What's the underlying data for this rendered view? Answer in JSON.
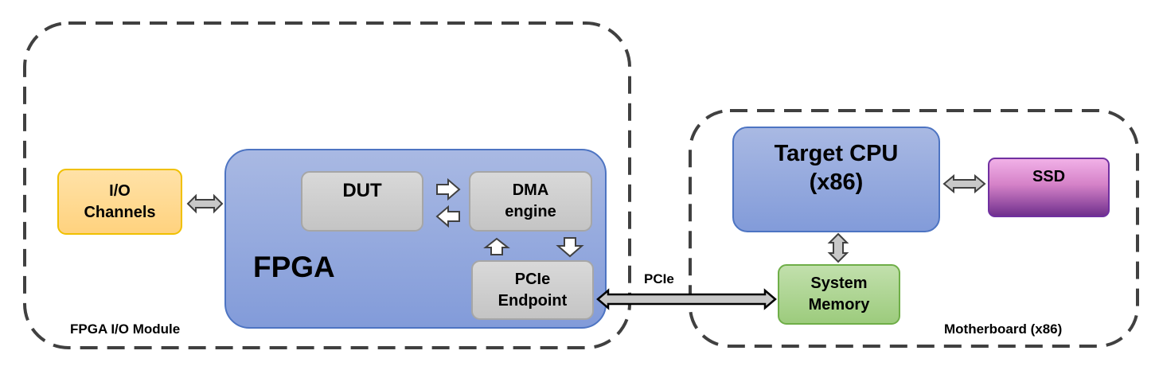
{
  "fpga_module": {
    "label": "FPGA I/O Module"
  },
  "motherboard": {
    "label": "Motherboard (x86)"
  },
  "io_channels": {
    "label": "I/O\nChannels",
    "color": "#ffd990"
  },
  "fpga": {
    "label": "FPGA",
    "color": "#8ea6dc"
  },
  "dut": {
    "label": "DUT"
  },
  "dma_engine": {
    "label": "DMA\nengine"
  },
  "pcie_endpoint": {
    "label": "PCIe\nEndpoint"
  },
  "pcie_link": {
    "label": "PCIe"
  },
  "target_cpu": {
    "label": "Target CPU\n(x86)",
    "color": "#8ea6dc"
  },
  "ssd": {
    "label": "SSD",
    "color": "#b25fb3"
  },
  "system_memory": {
    "label": "System\nMemory",
    "color": "#a8d08d"
  },
  "colors": {
    "border_dash": "#404040",
    "gray_block": "#cfcfcf",
    "arrow_fill": "#c8c8c8"
  }
}
